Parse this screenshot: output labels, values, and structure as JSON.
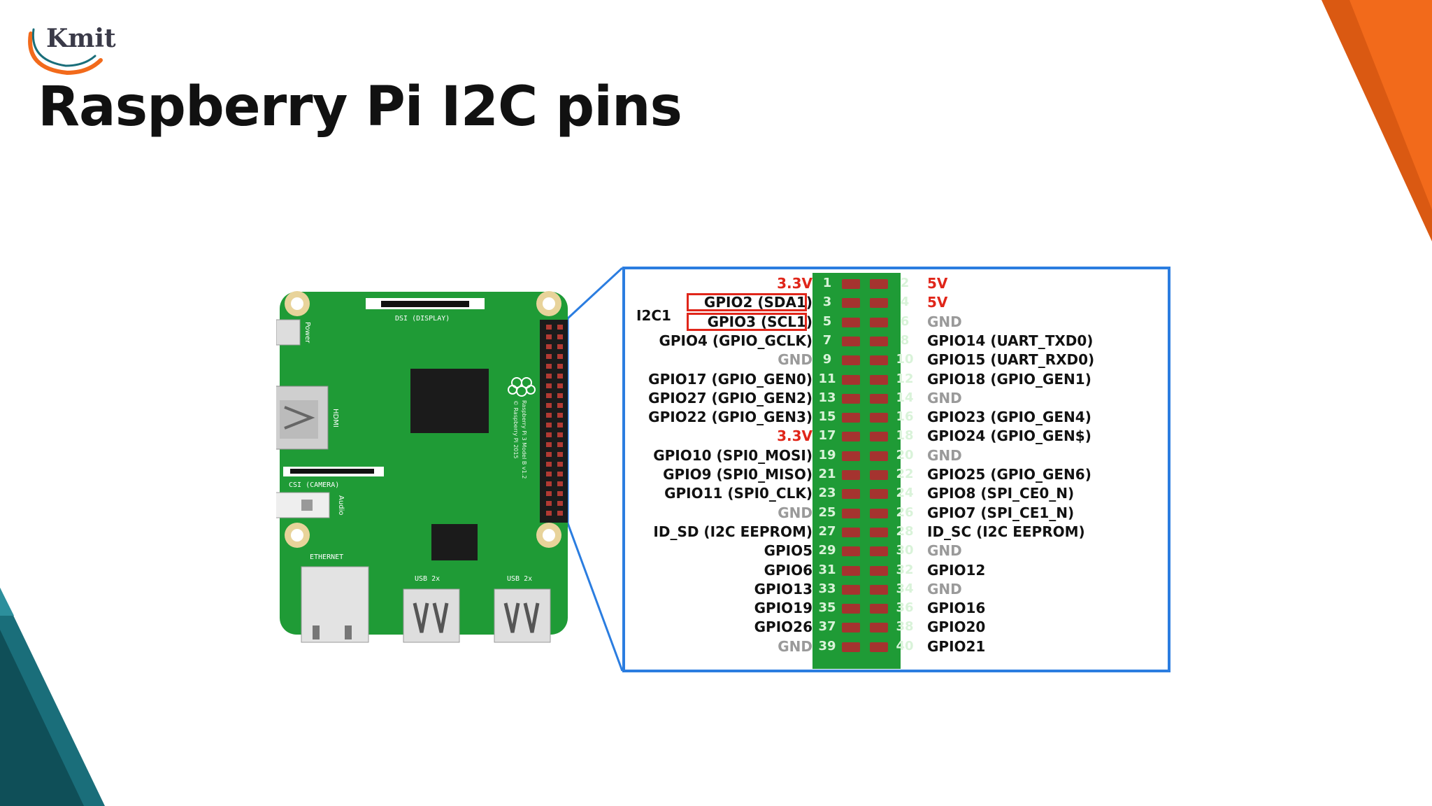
{
  "slide": {
    "title": "Raspberry Pi I2C pins",
    "logo_text": "Kmit",
    "colors": {
      "accent_orange": "#f26a1b",
      "accent_teal": "#1a6e7a",
      "highlight_blue": "#2b7de0"
    }
  },
  "board": {
    "labels": {
      "dsi": "DSI (DISPLAY)",
      "power": "Power",
      "hdmi": "HDMI",
      "csi": "CSI (CAMERA)",
      "audio": "Audio",
      "ethernet": "ETHERNET",
      "usb1": "USB 2x",
      "usb2": "USB 2x",
      "model": "Raspberry Pi 3 Model B v1.2",
      "copyright": "© Raspberry Pi 2015"
    }
  },
  "pinout": {
    "group_label": "I2C1",
    "rows": [
      {
        "left_pin": "1",
        "right_pin": "2",
        "left": "3.3V",
        "left_type": "pwr",
        "right": "5V",
        "right_type": "pwr"
      },
      {
        "left_pin": "3",
        "right_pin": "4",
        "left": "GPIO2 (SDA1)",
        "left_type": "sig",
        "right": "5V",
        "right_type": "pwr"
      },
      {
        "left_pin": "5",
        "right_pin": "6",
        "left": "GPIO3 (SCL1)",
        "left_type": "sig",
        "right": "GND",
        "right_type": "gnd"
      },
      {
        "left_pin": "7",
        "right_pin": "8",
        "left": "GPIO4 (GPIO_GCLK)",
        "left_type": "sig",
        "right": "GPIO14 (UART_TXD0)",
        "right_type": "sig"
      },
      {
        "left_pin": "9",
        "right_pin": "10",
        "left": "GND",
        "left_type": "gnd",
        "right": "GPIO15 (UART_RXD0)",
        "right_type": "sig"
      },
      {
        "left_pin": "11",
        "right_pin": "12",
        "left": "GPIO17 (GPIO_GEN0)",
        "left_type": "sig",
        "right": "GPIO18 (GPIO_GEN1)",
        "right_type": "sig"
      },
      {
        "left_pin": "13",
        "right_pin": "14",
        "left": "GPIO27 (GPIO_GEN2)",
        "left_type": "sig",
        "right": "GND",
        "right_type": "gnd"
      },
      {
        "left_pin": "15",
        "right_pin": "16",
        "left": "GPIO22 (GPIO_GEN3)",
        "left_type": "sig",
        "right": "GPIO23 (GPIO_GEN4)",
        "right_type": "sig"
      },
      {
        "left_pin": "17",
        "right_pin": "18",
        "left": "3.3V",
        "left_type": "pwr",
        "right": "GPIO24 (GPIO_GEN$)",
        "right_type": "sig"
      },
      {
        "left_pin": "19",
        "right_pin": "20",
        "left": "GPIO10 (SPI0_MOSI)",
        "left_type": "sig",
        "right": "GND",
        "right_type": "gnd"
      },
      {
        "left_pin": "21",
        "right_pin": "22",
        "left": "GPIO9 (SPI0_MISO)",
        "left_type": "sig",
        "right": "GPIO25 (GPIO_GEN6)",
        "right_type": "sig"
      },
      {
        "left_pin": "23",
        "right_pin": "24",
        "left": "GPIO11 (SPI0_CLK)",
        "left_type": "sig",
        "right": "GPIO8 (SPI_CE0_N)",
        "right_type": "sig"
      },
      {
        "left_pin": "25",
        "right_pin": "26",
        "left": "GND",
        "left_type": "gnd",
        "right": "GPIO7 (SPI_CE1_N)",
        "right_type": "sig"
      },
      {
        "left_pin": "27",
        "right_pin": "28",
        "left": "ID_SD (I2C EEPROM)",
        "left_type": "sig",
        "right": "ID_SC (I2C EEPROM)",
        "right_type": "sig"
      },
      {
        "left_pin": "29",
        "right_pin": "30",
        "left": "GPIO5",
        "left_type": "sig",
        "right": "GND",
        "right_type": "gnd"
      },
      {
        "left_pin": "31",
        "right_pin": "32",
        "left": "GPIO6",
        "left_type": "sig",
        "right": "GPIO12",
        "right_type": "sig"
      },
      {
        "left_pin": "33",
        "right_pin": "34",
        "left": "GPIO13",
        "left_type": "sig",
        "right": "GND",
        "right_type": "gnd"
      },
      {
        "left_pin": "35",
        "right_pin": "36",
        "left": "GPIO19",
        "left_type": "sig",
        "right": "GPIO16",
        "right_type": "sig"
      },
      {
        "left_pin": "37",
        "right_pin": "38",
        "left": "GPIO26",
        "left_type": "sig",
        "right": "GPIO20",
        "right_type": "sig"
      },
      {
        "left_pin": "39",
        "right_pin": "40",
        "left": "GND",
        "left_type": "gnd",
        "right": "GPIO21",
        "right_type": "sig"
      }
    ],
    "highlighted_rows": [
      1,
      2
    ]
  }
}
